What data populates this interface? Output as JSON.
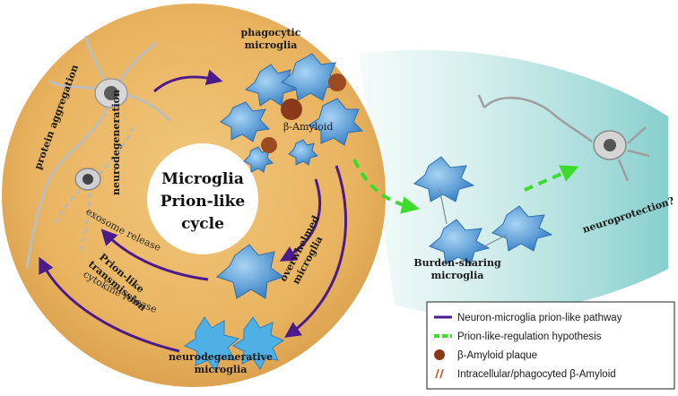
{
  "center_title": [
    "Microglia",
    "Prion-like",
    "cycle"
  ],
  "labels": {
    "phagocytic": [
      "phagocytic",
      "microglia"
    ],
    "protein_aggregation": "protein aggregation",
    "neurodegeneration": "neurodegeneration",
    "beta_amyloid": "β-Amyloid",
    "exosome_release": "exosome release",
    "overwhelmed": [
      "overwhelmed",
      "microglia"
    ],
    "prion_like_transmission": [
      "Prion-like",
      "transmission"
    ],
    "cytokine_release": "cytokine release",
    "neurodegenerative": [
      "neurodegenerative",
      "microglia"
    ],
    "burden_sharing": [
      "Burden-sharing",
      "microglia"
    ],
    "neuroprotection": "neuroprotection?"
  },
  "legend": [
    {
      "label": "Neuron-microglia prion-like pathway",
      "symbol": "purple-line",
      "color": "#4b1a8c"
    },
    {
      "label": "Prion-like-regulation hypothesis",
      "symbol": "green-dashed-line",
      "color": "#3cdc2c"
    },
    {
      "label": "β-Amyloid plaque",
      "symbol": "plaque-icon",
      "color": "#8a3a1a"
    },
    {
      "label": "Intracellular/phagocyted β-Amyloid",
      "symbol": "fibril-icon",
      "color": "#c0501a"
    }
  ],
  "colors": {
    "disc": "#e9b461",
    "disc_edge": "#d9a04b",
    "arrow": "#4b1a8c",
    "green": "#3cdc2c",
    "cone": "#a9dedd",
    "cell": "#5aa9e0"
  }
}
